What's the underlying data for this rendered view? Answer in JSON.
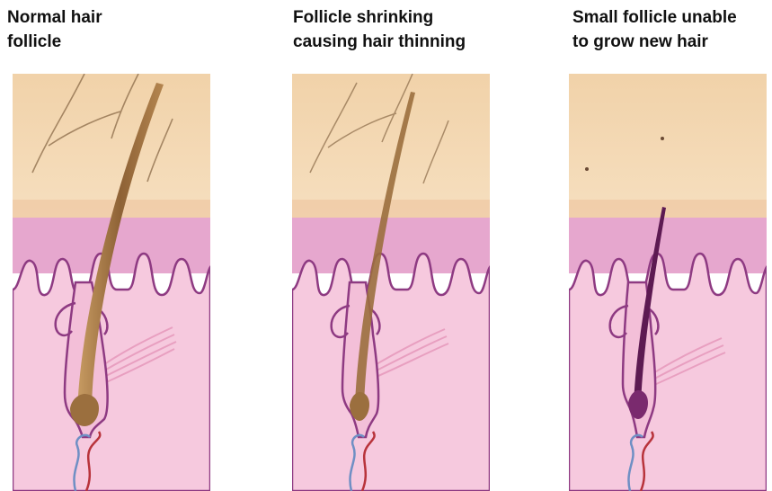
{
  "panels": [
    {
      "caption_line1": "Normal hair",
      "caption_line2": "follicle",
      "stage": "normal"
    },
    {
      "caption_line1": "Follicle shrinking",
      "caption_line2": "causing hair thinning",
      "stage": "shrinking"
    },
    {
      "caption_line1": "Small follicle unable",
      "caption_line2": "to grow new hair",
      "stage": "miniaturized"
    }
  ],
  "colors": {
    "surface_layer": "#f3d9b5",
    "epidermis": "#e7a9cf",
    "dermis": "#f6c8dd",
    "follicle_outline": "#8e3a82",
    "hair_normal": "#9b6f3e",
    "hair_miniaturized": "#5d1a52",
    "sebaceous_gland": "#e89ac6",
    "blood_red": "#b8333b",
    "blood_blue": "#6f8fc4"
  }
}
